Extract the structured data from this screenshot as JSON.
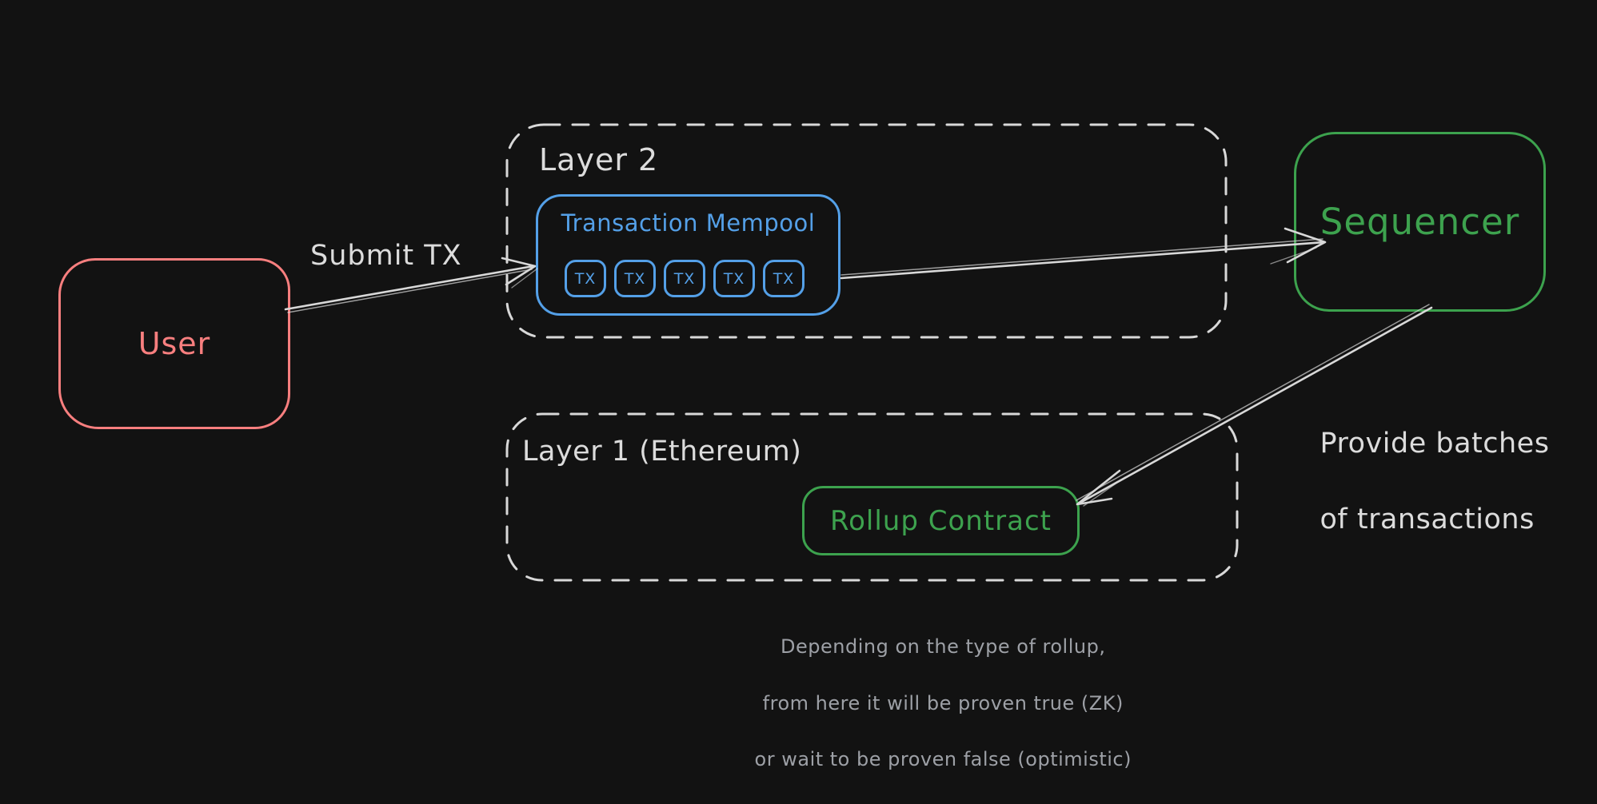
{
  "colors": {
    "background": "#121212",
    "user": "#f87f7f",
    "mempool": "#54a0e8",
    "sequencer": "#3da24e",
    "outline": "#d8d8d8",
    "text": "#dcdcdc",
    "caption": "#9da0a6"
  },
  "nodes": {
    "user": {
      "label": "User"
    },
    "layer2": {
      "label": "Layer 2"
    },
    "mempool": {
      "title": "Transaction Mempool",
      "tx_items": [
        "TX",
        "TX",
        "TX",
        "TX",
        "TX"
      ]
    },
    "sequencer": {
      "label": "Sequencer"
    },
    "layer1": {
      "label": "Layer 1 (Ethereum)"
    },
    "rollup_contract": {
      "label": "Rollup Contract"
    }
  },
  "edges": {
    "submit_tx": {
      "label": "Submit TX"
    },
    "mempool_to_sequencer": {
      "label": ""
    },
    "provide_batches": {
      "line1": "Provide batches",
      "line2": "of transactions"
    }
  },
  "caption": {
    "line1": "Depending on the type of rollup,",
    "line2": "from here it will be proven true (ZK)",
    "line3": "or wait to be proven false (optimistic)"
  }
}
